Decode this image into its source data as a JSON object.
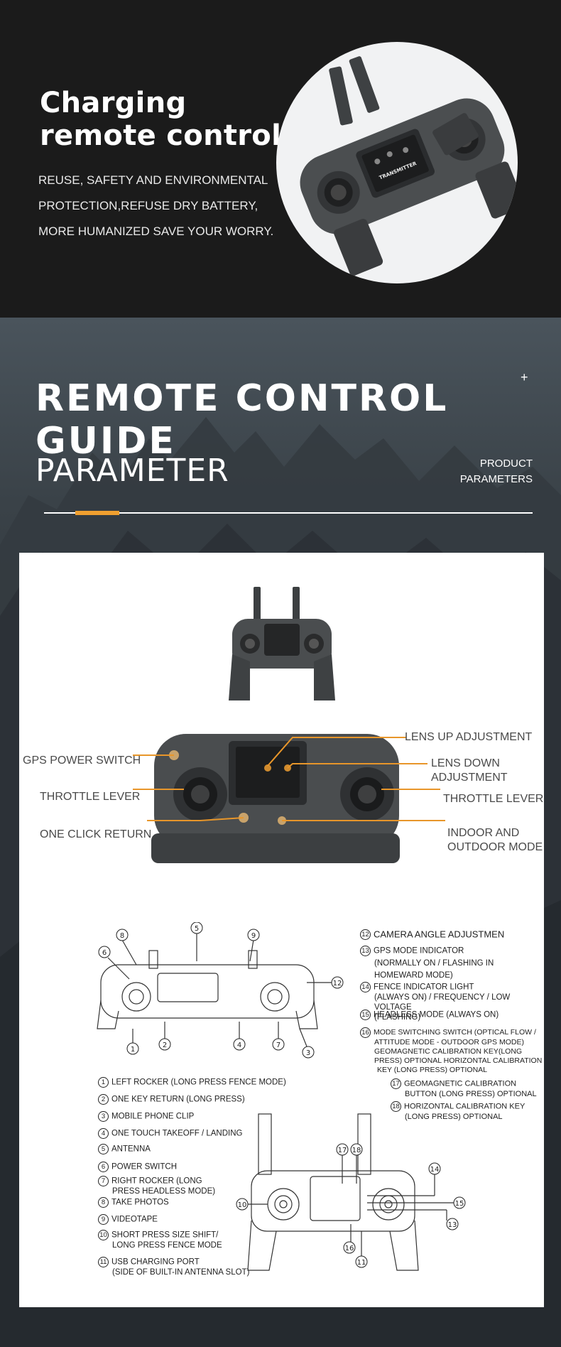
{
  "hero": {
    "title": "Charging remote control",
    "subtitle_lines": [
      "REUSE, SAFETY AND ENVIRONMENTAL",
      "PROTECTION,REFUSE DRY BATTERY,",
      "MORE HUMANIZED SAVE YOUR WORRY."
    ],
    "device_label": "TRANSMITTER"
  },
  "guide": {
    "title": "REMOTE CONTROL GUIDE",
    "plus": "+",
    "parameter": "PARAMETER",
    "product_line1": "PRODUCT",
    "product_line2": "PARAMETERS",
    "accent_color": "#f0a030"
  },
  "diagram_labels": {
    "gps_power_switch": "GPS POWER SWITCH",
    "throttle_left": "THROTTLE LEVER",
    "one_click_return": "ONE CLICK RETURN",
    "lens_up": "LENS UP ADJUSTMENT",
    "lens_down_1": "LENS DOWN",
    "lens_down_2": "ADJUSTMENT",
    "throttle_right": "THROTTLE LEVER",
    "indoor_1": "INDOOR AND",
    "indoor_2": "OUTDOOR MODE"
  },
  "legend_left": [
    {
      "n": "1",
      "text": "LEFT ROCKER (LONG PRESS FENCE MODE)"
    },
    {
      "n": "2",
      "text": "ONE KEY RETURN (LONG PRESS)"
    },
    {
      "n": "3",
      "text": "MOBILE PHONE CLIP"
    },
    {
      "n": "4",
      "text": "ONE TOUCH TAKEOFF / LANDING"
    },
    {
      "n": "5",
      "text": "ANTENNA"
    },
    {
      "n": "6",
      "text": "POWER SWITCH"
    },
    {
      "n": "7",
      "text": "RIGHT ROCKER (LONG",
      "text2": "PRESS HEADLESS MODE)"
    },
    {
      "n": "8",
      "text": "TAKE PHOTOS"
    },
    {
      "n": "9",
      "text": "VIDEOTAPE"
    },
    {
      "n": "10",
      "text": "SHORT PRESS SIZE SHIFT/",
      "text2": "LONG PRESS FENCE MODE"
    },
    {
      "n": "11",
      "text": "USB CHARGING PORT",
      "text2": "(SIDE OF BUILT-IN ANTENNA SLOT)"
    }
  ],
  "legend_right": {
    "n12": "12",
    "t12": "CAMERA ANGLE ADJUSTMEN",
    "n13": "13",
    "t13a": "GPS MODE INDICATOR",
    "t13b": "(NORMALLY ON / FLASHING IN",
    "t13c": "HOMEWARD MODE)",
    "n14": "14",
    "t14a": "FENCE INDICATOR LIGHT",
    "t14b": "(ALWAYS ON) / FREQUENCY / LOW VOLTAGE",
    "t14c": "(FLASHING)",
    "n15": "15",
    "t15": "HEADLESS MODE (ALWAYS ON)",
    "n16": "16",
    "t16a": "MODE SWITCHING SWITCH (OPTICAL FLOW /",
    "t16b": "ATTITUDE MODE - OUTDOOR GPS MODE)",
    "t16c": "GEOMAGNETIC CALIBRATION KEY(LONG",
    "t16d": "PRESS) OPTIONAL HORIZONTAL CALIBRATION",
    "t16e": "KEY (LONG PRESS) OPTIONAL",
    "n17": "17",
    "t17a": "GEOMAGNETIC CALIBRATION",
    "t17b": "BUTTON (LONG PRESS) OPTIONAL",
    "n18": "18",
    "t18a": "HORIZONTAL CALIBRATION KEY",
    "t18b": "(LONG PRESS) OPTIONAL"
  },
  "callouts_top": [
    "8",
    "5",
    "9",
    "6",
    "12",
    "1",
    "2",
    "4",
    "7",
    "3"
  ],
  "callouts_bottom": [
    "17",
    "18",
    "14",
    "15",
    "10",
    "13",
    "16",
    "11"
  ]
}
